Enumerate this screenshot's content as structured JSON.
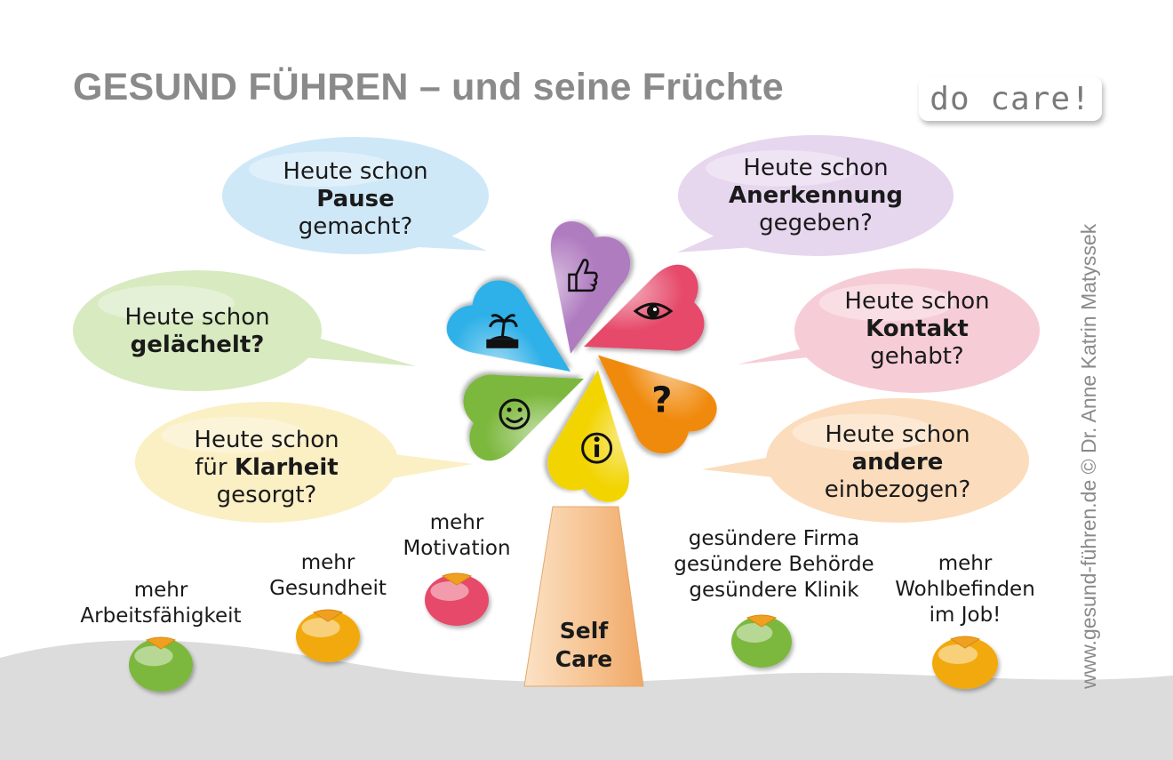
{
  "title": "GESUND FÜHREN – und seine Früchte",
  "logo": "do care!",
  "side_text": "www.gesund-führen.de   © Dr. Anne Katrin Matyssek",
  "colors": {
    "blue": "#2fb0e8",
    "purple": "#b07cc0",
    "pink": "#e64a6a",
    "green": "#7bb83e",
    "yellow": "#f2d400",
    "orange": "#f08a0e",
    "trunk": "#f6c08a",
    "ground": "#dcdcdc",
    "title": "#8a8a8a"
  },
  "bubbles": [
    {
      "id": "pause",
      "lines": [
        "Heute schon",
        "Pause",
        "gemacht?"
      ],
      "bold": [
        1
      ],
      "color": "#cfe8f8"
    },
    {
      "id": "anerkennung",
      "lines": [
        "Heute schon",
        "Anerkennung",
        "gegeben?"
      ],
      "bold": [
        1
      ],
      "color": "#e6d6ee"
    },
    {
      "id": "gelaechelt",
      "lines": [
        "Heute schon",
        "gelächelt?"
      ],
      "bold": [
        1
      ],
      "color": "#d8eac0"
    },
    {
      "id": "kontakt",
      "lines": [
        "Heute schon",
        "Kontakt",
        "gehabt?"
      ],
      "bold": [
        1
      ],
      "color": "#f6cdd6"
    },
    {
      "id": "klarheit",
      "lines": [
        "Heute schon",
        "für |Klarheit",
        "gesorgt?"
      ],
      "bold": [
        1
      ],
      "color": "#fbefc4"
    },
    {
      "id": "andere",
      "lines": [
        "Heute schon",
        "andere",
        "einbezogen?"
      ],
      "bold": [
        1
      ],
      "color": "#fbdcbc"
    }
  ],
  "hearts": [
    {
      "id": "pause",
      "icon": "island-icon",
      "color": "#2fb0e8"
    },
    {
      "id": "anerkennung",
      "icon": "thumbs-up-icon",
      "color": "#b07cc0"
    },
    {
      "id": "kontakt",
      "icon": "eye-icon",
      "color": "#e64a6a"
    },
    {
      "id": "andere",
      "icon": "question-icon",
      "color": "#f08a0e",
      "glyph": "?"
    },
    {
      "id": "klarheit",
      "icon": "info-icon",
      "color": "#f2d400"
    },
    {
      "id": "gelaechelt",
      "icon": "smiley-icon",
      "color": "#7bb83e"
    }
  ],
  "trunk": {
    "lines": [
      "Self",
      "Care"
    ]
  },
  "fruits": [
    {
      "id": "arbeitsfaehigkeit",
      "lines": [
        "mehr",
        "Arbeitsfähigkeit"
      ],
      "color": "#7bb83e"
    },
    {
      "id": "gesundheit",
      "lines": [
        "mehr",
        "Gesundheit"
      ],
      "color": "#f2a90a"
    },
    {
      "id": "motivation",
      "lines": [
        "mehr",
        "Motivation"
      ],
      "color": "#e64a6a"
    },
    {
      "id": "firma",
      "lines": [
        "gesündere Firma",
        "gesündere Behörde",
        "gesündere Klinik"
      ],
      "color": "#7bb83e"
    },
    {
      "id": "wohlbefinden",
      "lines": [
        "mehr",
        "Wohlbefinden",
        "im Job!"
      ],
      "color": "#f2a90a"
    }
  ]
}
